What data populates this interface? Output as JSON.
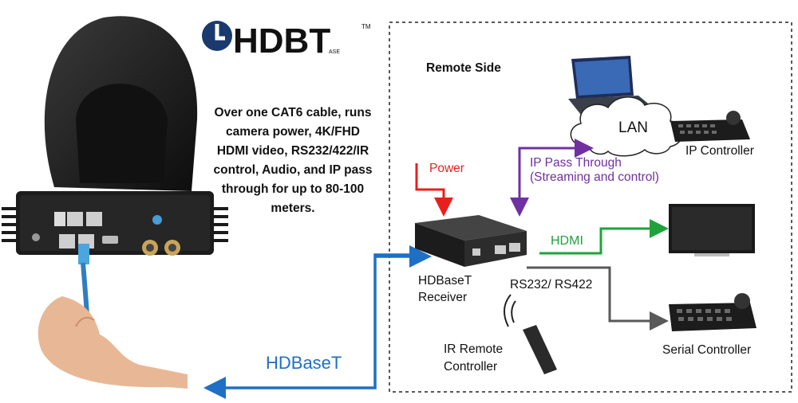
{
  "logo": {
    "text": "HDBT",
    "sub": "ASE",
    "tm": "TM"
  },
  "description": "Over one CAT6 cable, runs camera power, 4K/FHD HDMI video, RS232/422/IR control, Audio, and IP pass through for up to 80-100 meters.",
  "remote_side_title": "Remote Side",
  "labels": {
    "power": "Power",
    "ip_pass_line1": "IP Pass Through",
    "ip_pass_line2": "(Streaming and control)",
    "lan": "LAN",
    "ip_controller": "IP Controller",
    "hdmi": "HDMI",
    "rs232": "RS232/ RS422",
    "receiver_line1": "HDBaseT",
    "receiver_line2": "Receiver",
    "ir_line1": "IR Remote",
    "ir_line2": "Controller",
    "serial_controller": "Serial Controller",
    "hdbaset_link": "HDBaseT"
  },
  "colors": {
    "power": "#e8201c",
    "ip_pass": "#7030a0",
    "hdmi": "#1fa23c",
    "rs232": "#595959",
    "hdbaset": "#1f6fc5",
    "logo": "#1a3a6e"
  },
  "icons": [
    "camera-icon",
    "cable-icon",
    "hand-icon",
    "laptop-icon",
    "cloud-icon",
    "ip-controller-icon",
    "receiver-icon",
    "tv-icon",
    "serial-controller-icon",
    "ir-remote-icon"
  ]
}
